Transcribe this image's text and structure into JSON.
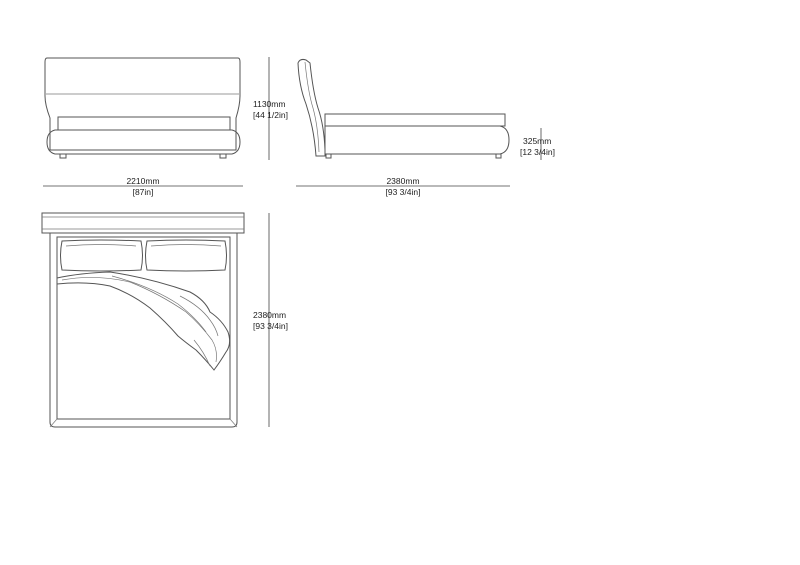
{
  "dimensions": {
    "front_width": {
      "metric": "2210mm",
      "imperial": "[87in]"
    },
    "front_height": {
      "metric": "1130mm",
      "imperial": "[44 1/2in]"
    },
    "side_length": {
      "metric": "2380mm",
      "imperial": "[93 3/4in]"
    },
    "side_base_height": {
      "metric": "325mm",
      "imperial": "[12 3/4in]"
    },
    "top_length": {
      "metric": "2380mm",
      "imperial": "[93 3/4in]"
    }
  }
}
